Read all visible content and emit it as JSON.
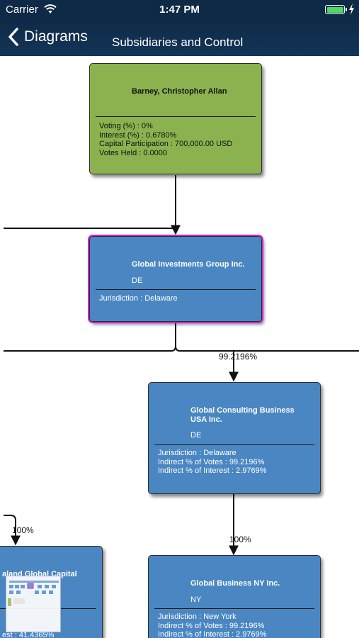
{
  "status_bar": {
    "carrier": "Carrier",
    "time": "1:47 PM"
  },
  "nav": {
    "back_label": "Diagrams",
    "title": "Subsidiaries and Control"
  },
  "colors": {
    "person_node": "#8bb24f",
    "entity_node": "#4a86c2",
    "selection": "#d41fd4",
    "nav_bar": "#0f2a47"
  },
  "nodes": {
    "barney": {
      "title": "Barney, Christopher Allan",
      "details": [
        "Voting (%) : 0%",
        "Interest (%) : 0.6780%",
        "Capital Participation : 700,000.00 USD",
        "Votes Held : 0.0000"
      ]
    },
    "gig": {
      "title": "Global Investments Group Inc.",
      "code": "DE",
      "details": [
        "Jurisdiction : Delaware"
      ]
    },
    "gcb": {
      "title": "Global Consulting Business USA Inc.",
      "code": "DE",
      "details": [
        "Jurisdiction : Delaware",
        "Indirect % of Votes : 99.2196%",
        "Indirect % of Interest : 2.9769%"
      ]
    },
    "gbny": {
      "title": "Global Business NY Inc.",
      "code": "NY",
      "details": [
        "Jurisdiction : New York",
        "Indirect % of Votes : 99.2196%",
        "Indirect % of Interest : 2.9769%"
      ]
    },
    "partial": {
      "title": "aland Global Capital",
      "details": [
        "est : 41.4365%"
      ]
    }
  },
  "edge_labels": {
    "to_gcb": "99.2196%",
    "to_gbny": "100%",
    "to_partial": "100%"
  }
}
